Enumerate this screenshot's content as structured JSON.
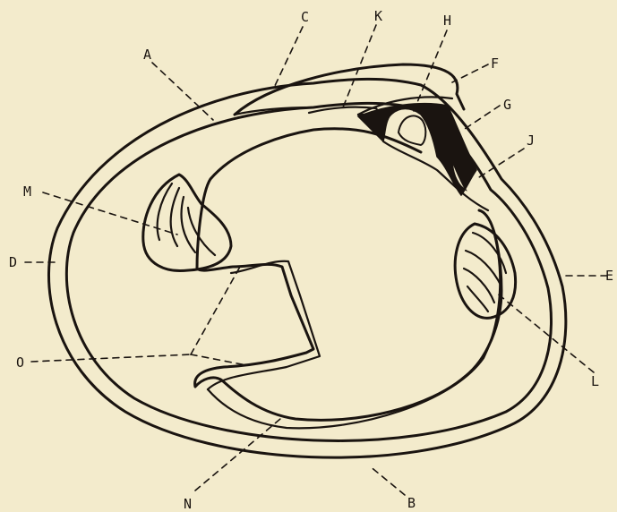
{
  "labels": {
    "A": "A",
    "B": "B",
    "C": "C",
    "D": "D",
    "E": "E",
    "F": "F",
    "G": "G",
    "H": "H",
    "J": "J",
    "K": "K",
    "L": "L",
    "M": "M",
    "N": "N",
    "O": "O"
  }
}
